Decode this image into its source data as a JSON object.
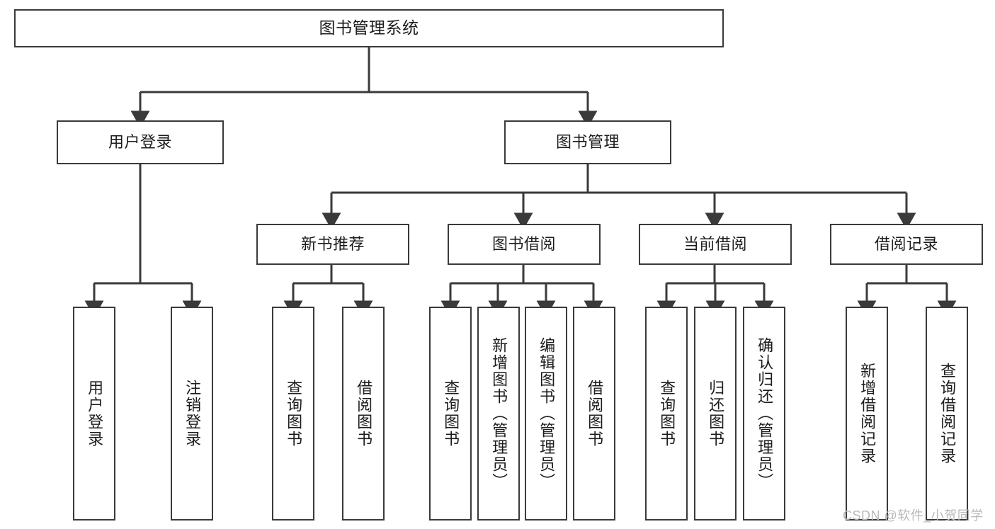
{
  "diagram": {
    "type": "tree-hierarchy-chart",
    "title": "图书管理系统",
    "watermark": "CSDN @软件_小贺同学",
    "line_color": "#3a3a3a",
    "box_fill": "#ffffff",
    "text_color": "#1c1c1c",
    "watermark_color": "#b9b9b9"
  },
  "nodes": {
    "root": {
      "label": "图书管理系统"
    },
    "level1": [
      {
        "label": "用户登录"
      },
      {
        "label": "图书管理"
      }
    ],
    "level2": [
      {
        "label": "新书推荐"
      },
      {
        "label": "图书借阅"
      },
      {
        "label": "当前借阅"
      },
      {
        "label": "借阅记录"
      }
    ],
    "leaves": {
      "user_login": [
        {
          "label": "用户登录"
        },
        {
          "label": "注销登录"
        }
      ],
      "new_book_recommend": [
        {
          "label": "查询图书"
        },
        {
          "label": "借阅图书"
        }
      ],
      "book_borrow": [
        {
          "label": "查询图书"
        },
        {
          "label": "新增图书（管理员）"
        },
        {
          "label": "编辑图书（管理员）"
        },
        {
          "label": "借阅图书"
        }
      ],
      "current_borrow": [
        {
          "label": "查询图书"
        },
        {
          "label": "归还图书"
        },
        {
          "label": "确认归还（管理员）"
        }
      ],
      "borrow_record": [
        {
          "label": "新增借阅记录"
        },
        {
          "label": "查询借阅记录"
        }
      ]
    }
  }
}
